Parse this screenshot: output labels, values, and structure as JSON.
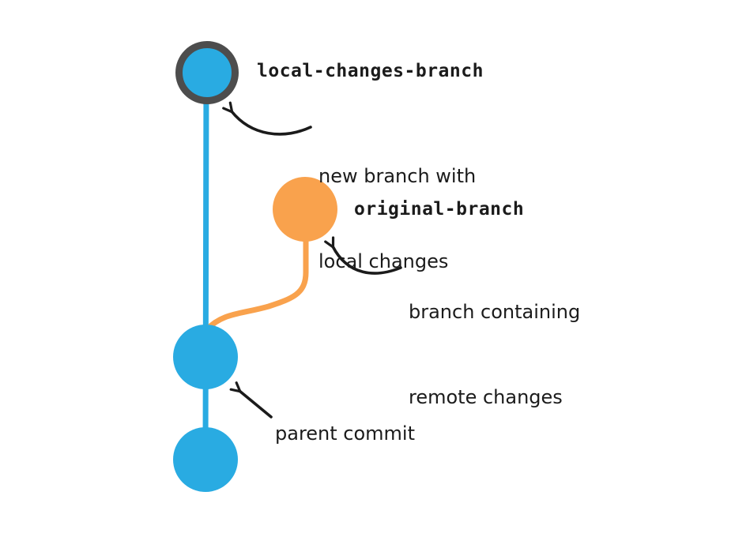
{
  "diagram": {
    "title": "git branch diagram",
    "colors": {
      "background": "#ffffff",
      "blue": "#29ABE2",
      "orange": "#F9A24D",
      "ring": "#4D4D4D",
      "ink": "#1B1B1B"
    },
    "branch_labels": {
      "local": "local-changes-branch",
      "original": "original-branch"
    },
    "annotations": {
      "new_branch": {
        "line1": "new branch with",
        "line2": "local changes"
      },
      "remote_changes": {
        "line1": "branch containing",
        "line2": "remote changes"
      },
      "parent_commit": "parent commit"
    },
    "nodes": [
      {
        "id": "local-branch-tip",
        "color_key": "blue",
        "ringed": true
      },
      {
        "id": "original-branch-tip",
        "color_key": "orange",
        "ringed": false
      },
      {
        "id": "parent-commit",
        "color_key": "blue",
        "ringed": false
      },
      {
        "id": "root-commit",
        "color_key": "blue",
        "ringed": false
      }
    ]
  }
}
